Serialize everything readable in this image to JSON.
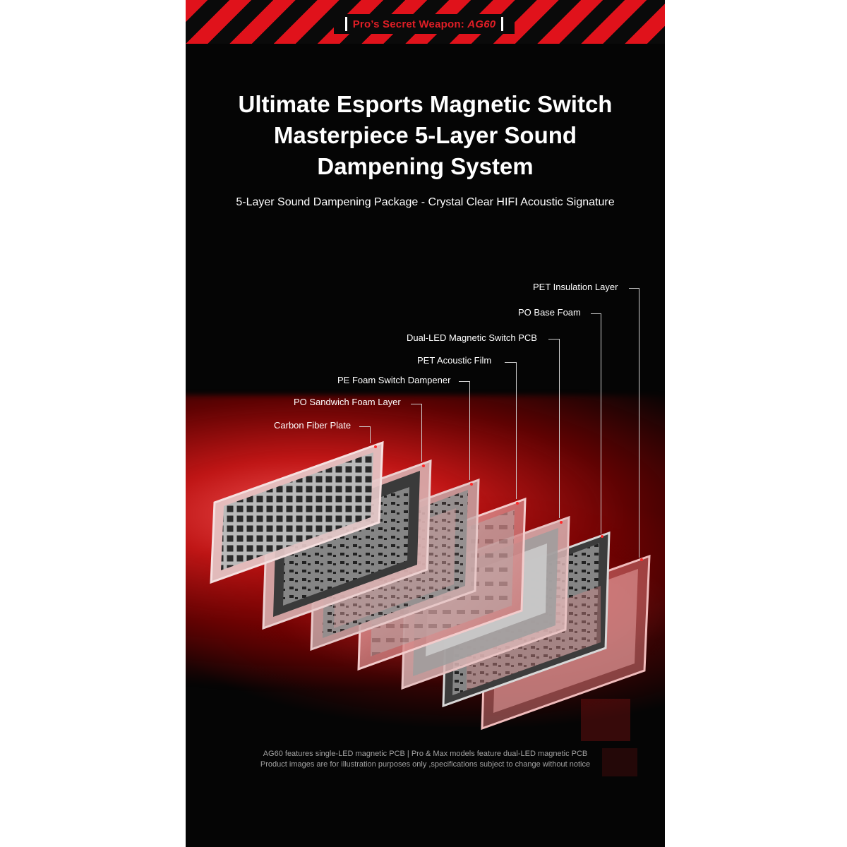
{
  "banner": {
    "prefix": "Pro’s Secret Weapon: ",
    "model_logo": "AG60"
  },
  "headline": {
    "line1": "Ultimate Esports Magnetic Switch",
    "line2": "Masterpiece 5-Layer Sound",
    "line3": "Dampening System"
  },
  "subtitle": "5-Layer Sound Dampening Package - Crystal Clear HIFI Acoustic Signature",
  "layers": [
    {
      "label": "PET Insulation Layer"
    },
    {
      "label": "PO Base Foam"
    },
    {
      "label": "Dual-LED Magnetic Switch PCB"
    },
    {
      "label": "PET Acoustic Film"
    },
    {
      "label": "PE Foam Switch Dampener"
    },
    {
      "label": "PO Sandwich Foam Layer"
    },
    {
      "label": "Carbon Fiber Plate"
    }
  ],
  "footnote": {
    "line1": "AG60 features single-LED magnetic PCB | Pro & Max models feature dual-LED magnetic PCB",
    "line2": "Product images are for illustration purposes only ,specifications subject to change without notice"
  },
  "colors": {
    "accent_red": "#e0121b",
    "background": "#050505",
    "text": "#ffffff"
  }
}
